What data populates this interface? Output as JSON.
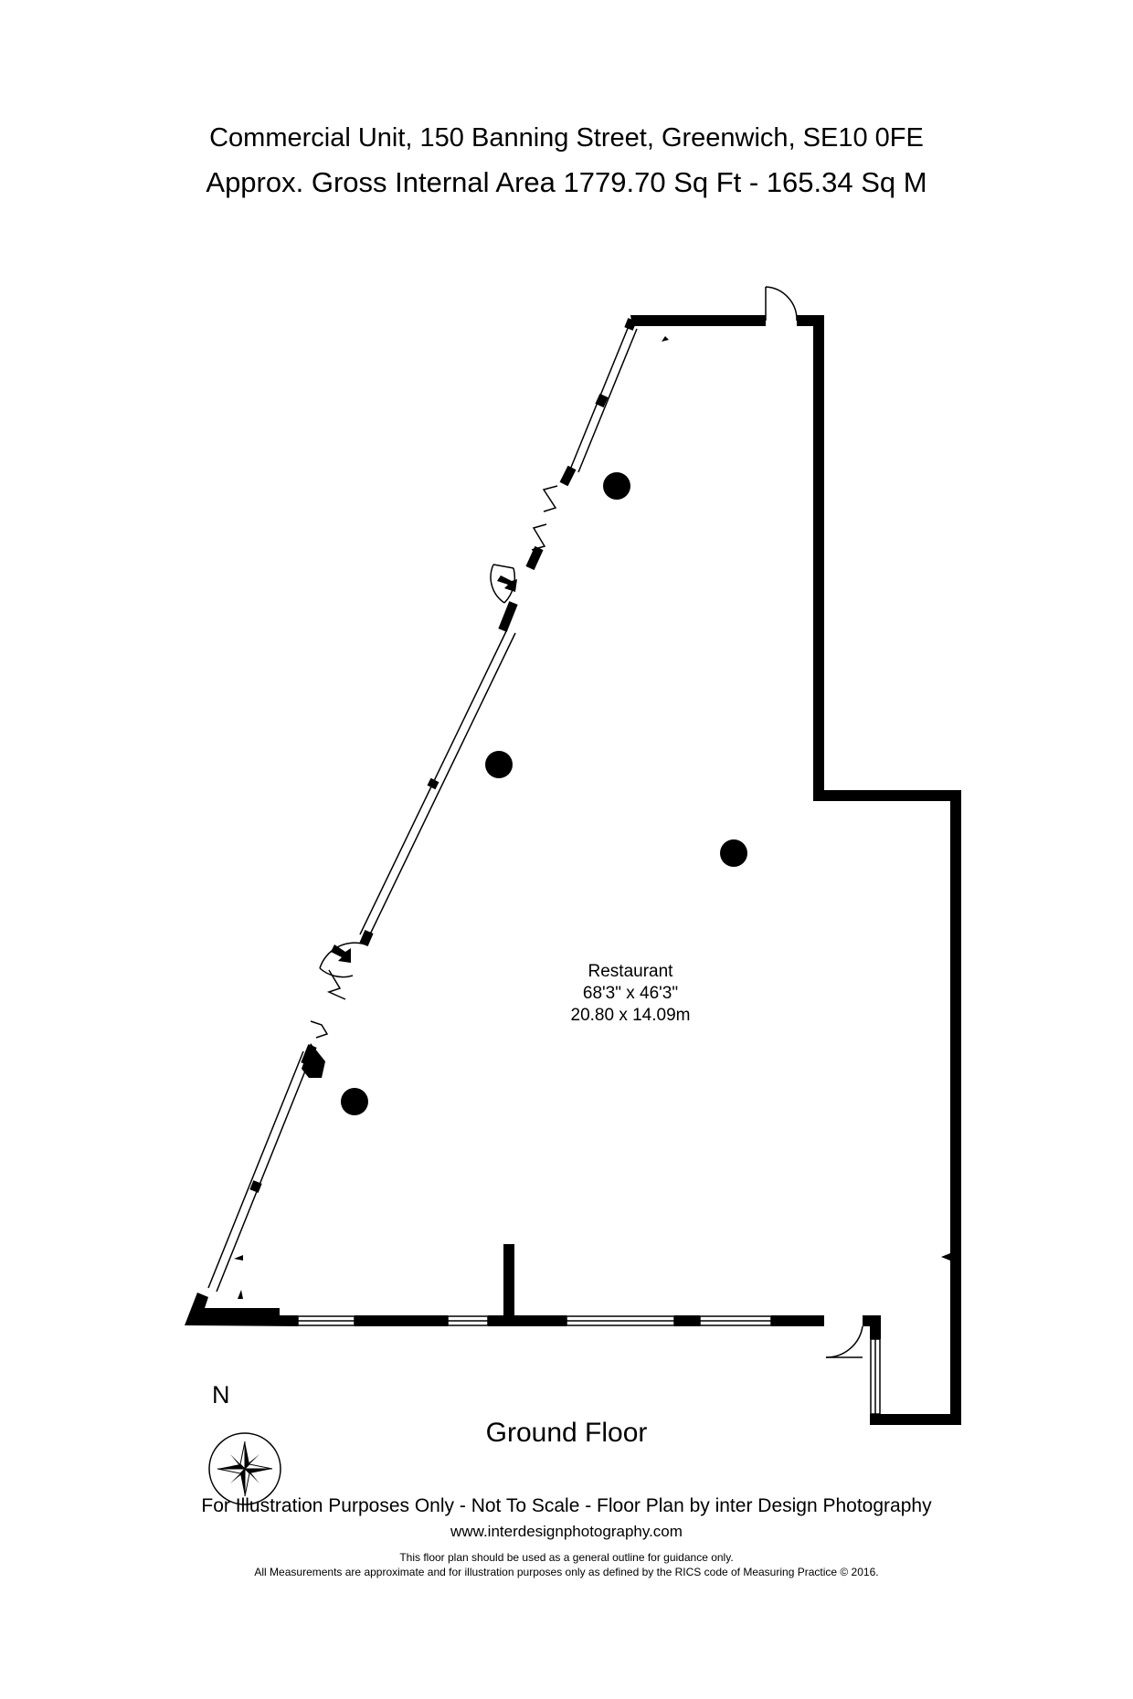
{
  "header": {
    "address": "Commercial Unit, 150 Banning Street, Greenwich, SE10 0FE",
    "area": "Approx. Gross Internal Area 1779.70 Sq Ft - 165.34 Sq M"
  },
  "room": {
    "name": "Restaurant",
    "imperial": "68'3\" x 46'3\"",
    "metric": "20.80 x 14.09m"
  },
  "floor_name": "Ground Floor",
  "compass": {
    "label": "N",
    "icon": "compass-rose-icon"
  },
  "footer": {
    "line1": "For Illustration Purposes Only - Not To Scale - Floor Plan by inter Design Photography",
    "line2": "www.interdesignphotography.com",
    "line3": "This floor plan should be used as a general outline for guidance only.",
    "line4": "All Measurements are approximate and for illustration purposes only as defined by the RICS code of Measuring Practice © 2016."
  },
  "colors": {
    "wall": "#000000",
    "background": "#ffffff"
  }
}
